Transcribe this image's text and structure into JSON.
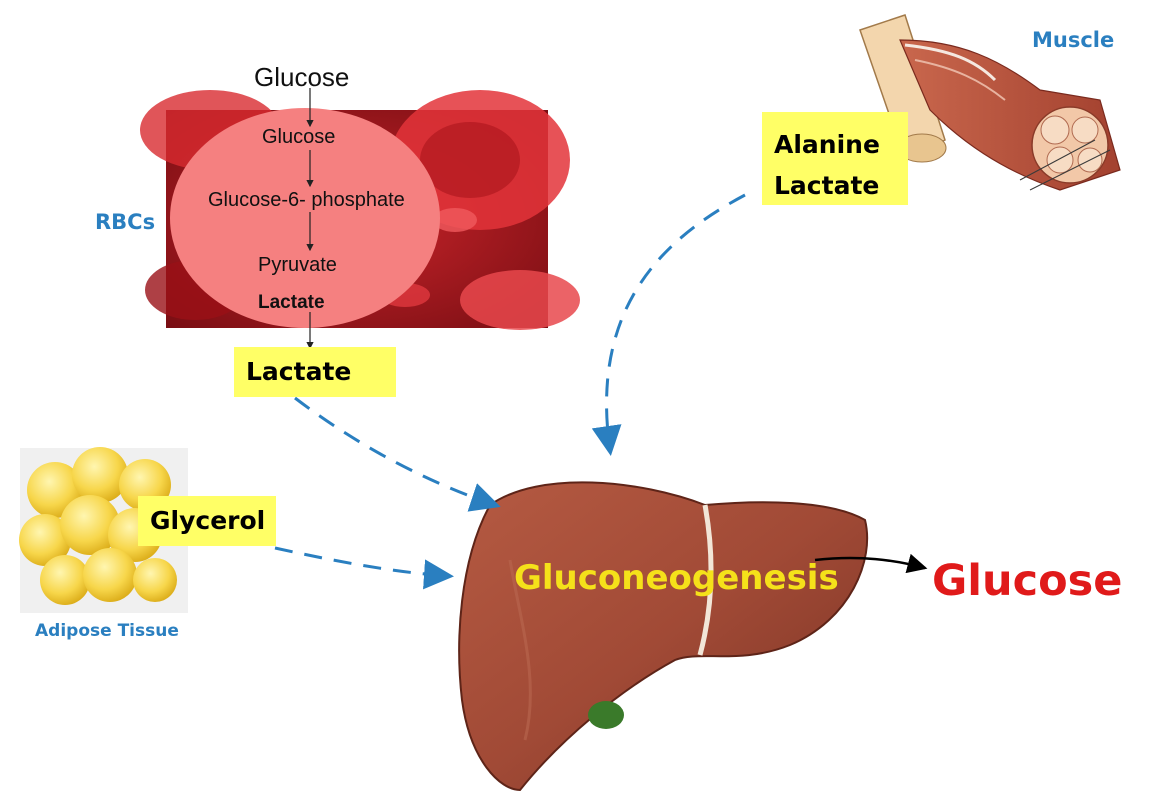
{
  "top_glucose": "Glucose",
  "rbc": {
    "label": "RBCs",
    "steps": [
      "Glucose",
      "Glucose-6- phosphate",
      "Pyruvate"
    ],
    "end": "Lactate"
  },
  "boxes": {
    "lactate": "Lactate",
    "glycerol": "Glycerol",
    "alanine": "Alanine",
    "muscle_lactate": "Lactate"
  },
  "labels": {
    "adipose": "Adipose Tissue",
    "muscle": "Muscle"
  },
  "liver": {
    "process": "Gluconeogenesis",
    "product": "Glucose"
  },
  "colors": {
    "accent_blue": "#2a7fc0",
    "box_yellow": "#ffff66",
    "process_yellow": "#f5e11a",
    "product_red": "#e01a1a",
    "liver_brown": "#a14a36"
  }
}
